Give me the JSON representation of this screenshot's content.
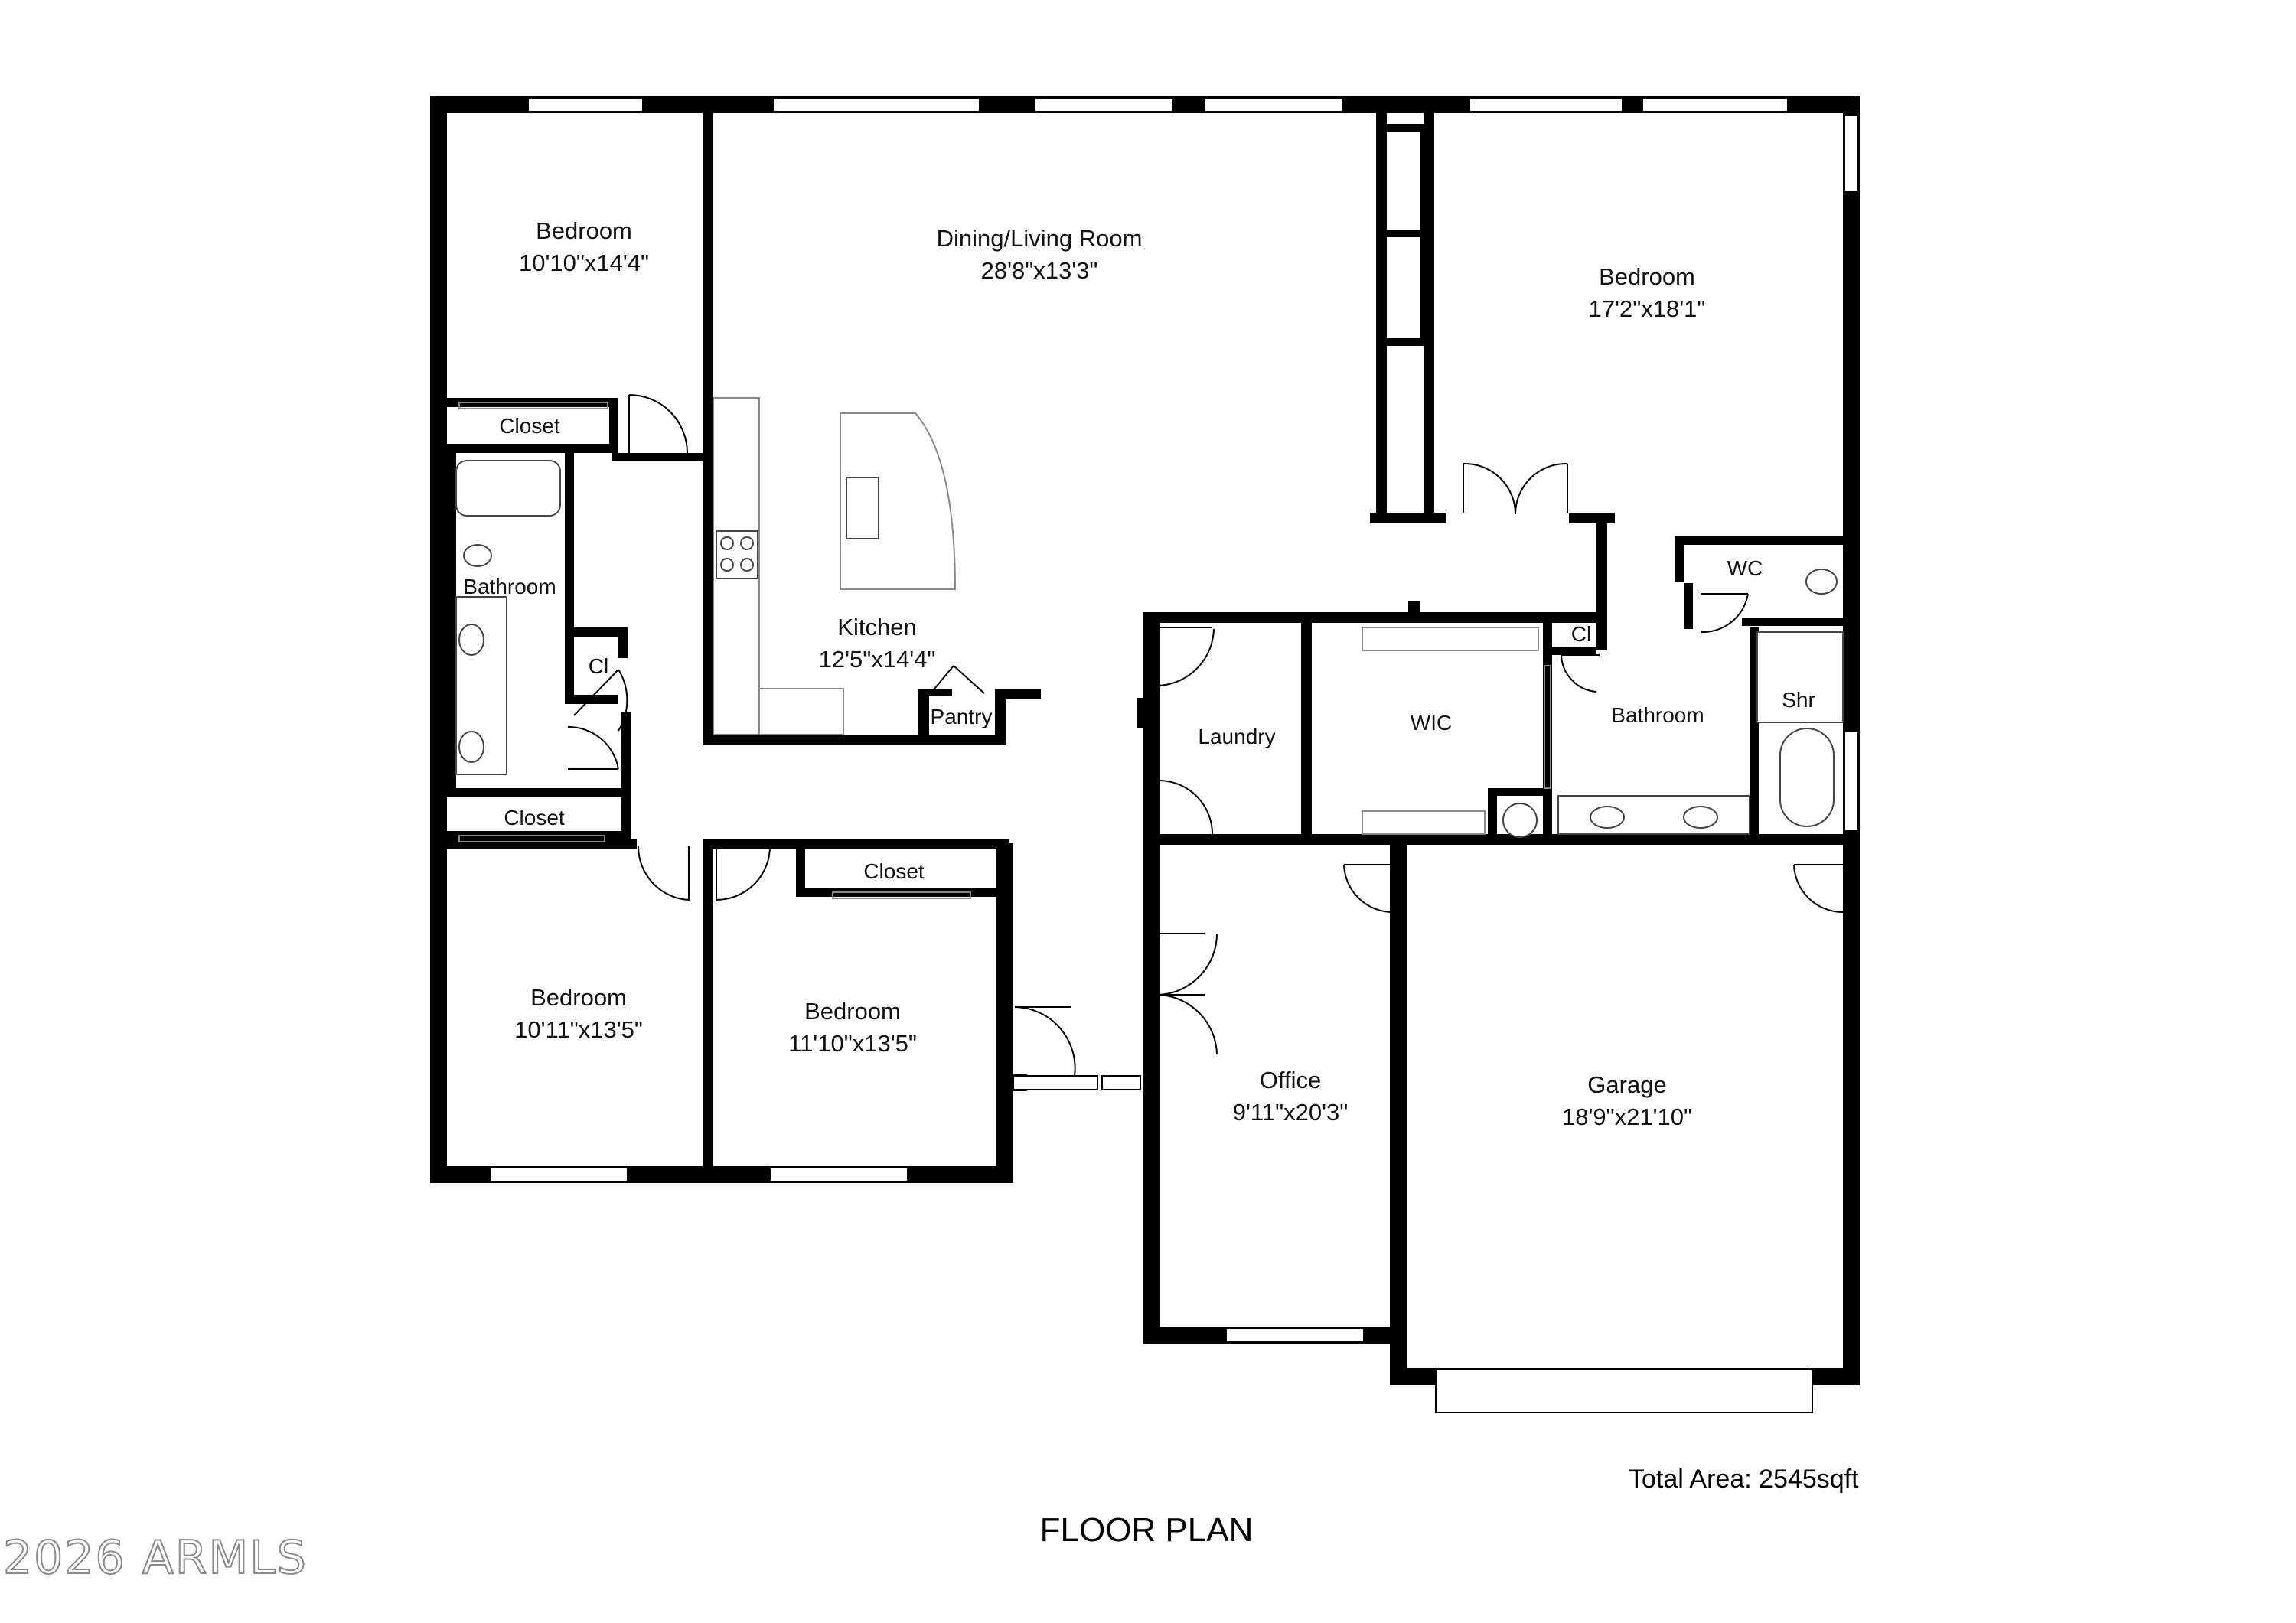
{
  "caption": "FLOOR PLAN",
  "total_area": "Total Area: 2545sqft",
  "watermark": "2026 ARMLS",
  "rooms": {
    "bedroom_nw": {
      "name": "Bedroom",
      "dims": "10'10\"x14'4\""
    },
    "dining_living": {
      "name": "Dining/Living Room",
      "dims": "28'8\"x13'3\""
    },
    "bedroom_master": {
      "name": "Bedroom",
      "dims": "17'2\"x18'1\""
    },
    "closet_nw": {
      "name": "Closet"
    },
    "bathroom_w": {
      "name": "Bathroom"
    },
    "cl_w": {
      "name": "Cl"
    },
    "kitchen": {
      "name": "Kitchen",
      "dims": "12'5\"x14'4\""
    },
    "pantry": {
      "name": "Pantry"
    },
    "closet_w2": {
      "name": "Closet"
    },
    "bedroom_sw": {
      "name": "Bedroom",
      "dims": "10'11\"x13'5\""
    },
    "bedroom_s": {
      "name": "Bedroom",
      "dims": "11'10\"x13'5\""
    },
    "closet_s": {
      "name": "Closet"
    },
    "laundry": {
      "name": "Laundry"
    },
    "wic": {
      "name": "WIC"
    },
    "cl_e": {
      "name": "Cl"
    },
    "bathroom_master": {
      "name": "Bathroom"
    },
    "wc": {
      "name": "WC"
    },
    "shower": {
      "name": "Shr"
    },
    "office": {
      "name": "Office",
      "dims": "9'11\"x20'3\""
    },
    "garage": {
      "name": "Garage",
      "dims": "18'9\"x21'10\""
    }
  }
}
